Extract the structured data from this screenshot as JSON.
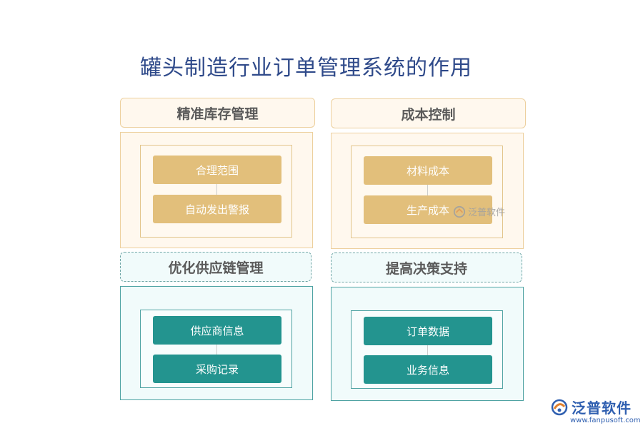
{
  "title": "罐头制造行业订单管理系统的作用",
  "sections": [
    {
      "header": "精准库存管理",
      "items": [
        "合理范围",
        "自动发出警报"
      ]
    },
    {
      "header": "成本控制",
      "items": [
        "材料成本",
        "生产成本"
      ]
    },
    {
      "header": "优化供应链管理",
      "items": [
        "供应商信息",
        "采购记录"
      ]
    },
    {
      "header": "提高决策支持",
      "items": [
        "订单数据",
        "业务信息"
      ]
    }
  ],
  "watermark": "泛普软件",
  "logo": {
    "text": "泛普软件",
    "url": "www.fanpusoft.com"
  },
  "colors": {
    "warm_accent": "#e2bf7b",
    "cool_accent": "#23948f",
    "title": "#2f4a8a"
  }
}
